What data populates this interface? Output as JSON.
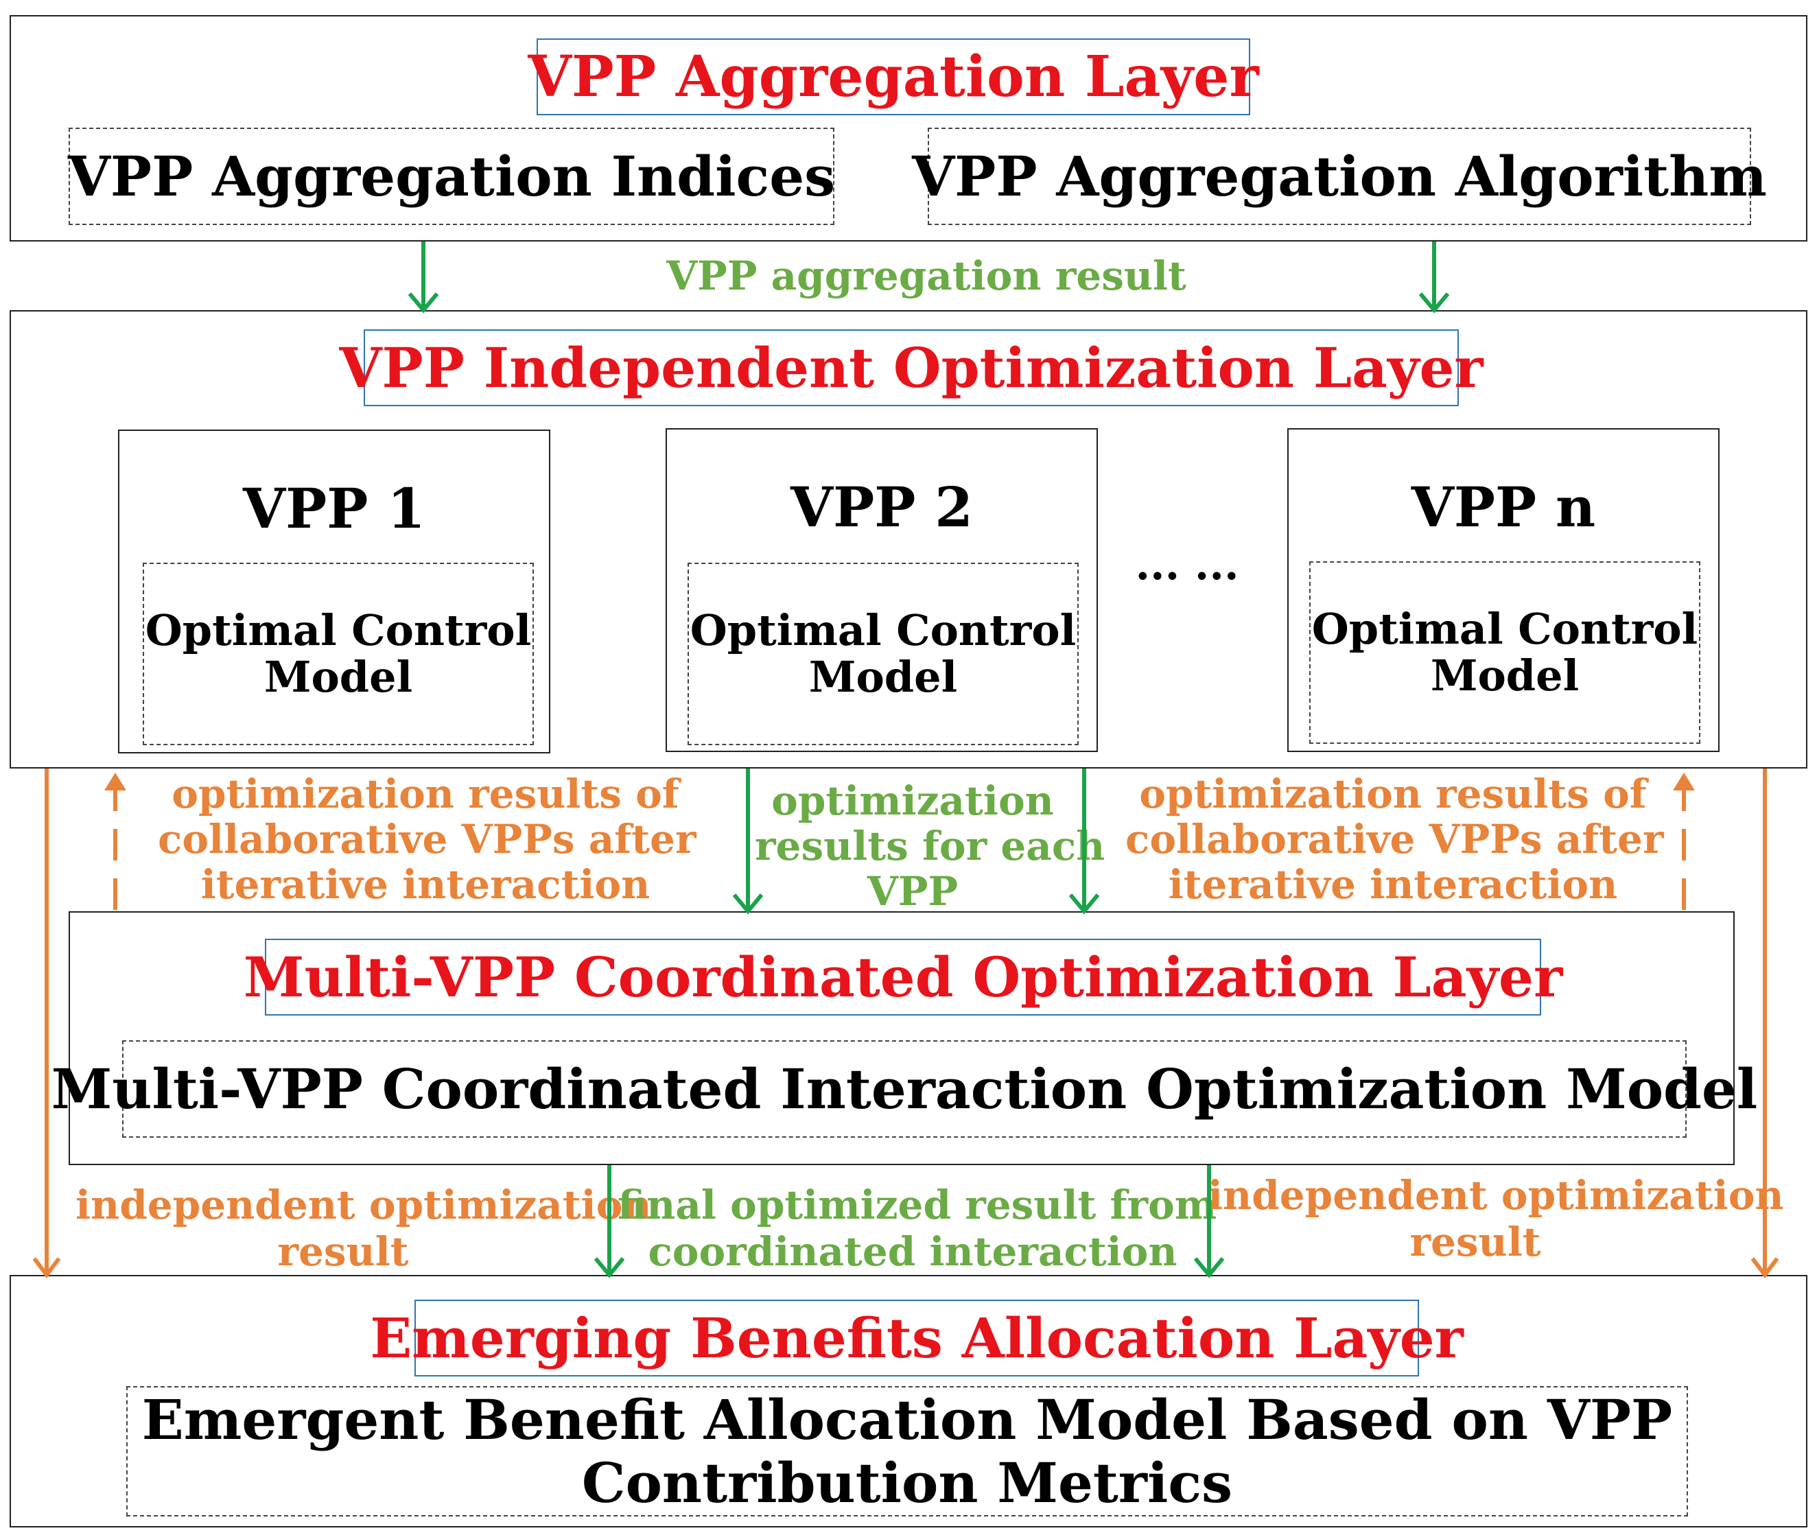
{
  "aggregation_layer": {
    "title": "VPP Aggregation Layer",
    "indices": "VPP Aggregation Indices",
    "algorithm": "VPP Aggregation Algorithm"
  },
  "aggregation_result_label": "VPP aggregation result",
  "independent_layer": {
    "title": "VPP Independent Optimization Layer",
    "vpps": [
      {
        "name": "VPP 1",
        "model_line1": "Optimal Control",
        "model_line2": "Model"
      },
      {
        "name": "VPP 2",
        "model_line1": "Optimal Control",
        "model_line2": "Model"
      },
      {
        "name": "VPP n",
        "model_line1": "Optimal Control",
        "model_line2": "Model"
      }
    ],
    "ellipsis": "... ..."
  },
  "mid_labels": {
    "left": [
      "optimization results of",
      "collaborative VPPs after",
      "iterative interaction"
    ],
    "center": [
      "optimization",
      "results for each",
      "VPP"
    ],
    "right": [
      "optimization results of",
      "collaborative VPPs after",
      "iterative interaction"
    ]
  },
  "coordinated_layer": {
    "title": "Multi-VPP Coordinated Optimization Layer",
    "model": "Multi-VPP Coordinated Interaction Optimization Model"
  },
  "lower_labels": {
    "left": [
      "independent optimization",
      "result"
    ],
    "center": [
      "final optimized result from",
      "coordinated interaction"
    ],
    "right": [
      "independent optimization",
      "result"
    ]
  },
  "benefits_layer": {
    "title": "Emerging Benefits Allocation Layer",
    "model_line1": "Emergent Benefit Allocation Model Based on VPP",
    "model_line2": "Contribution Metrics"
  },
  "colors": {
    "title_red": "#e8141b",
    "green": "#6aab45",
    "arrow_green": "#1aa34a",
    "orange": "#e8833a",
    "title_border_blue": "#2f74b5"
  }
}
